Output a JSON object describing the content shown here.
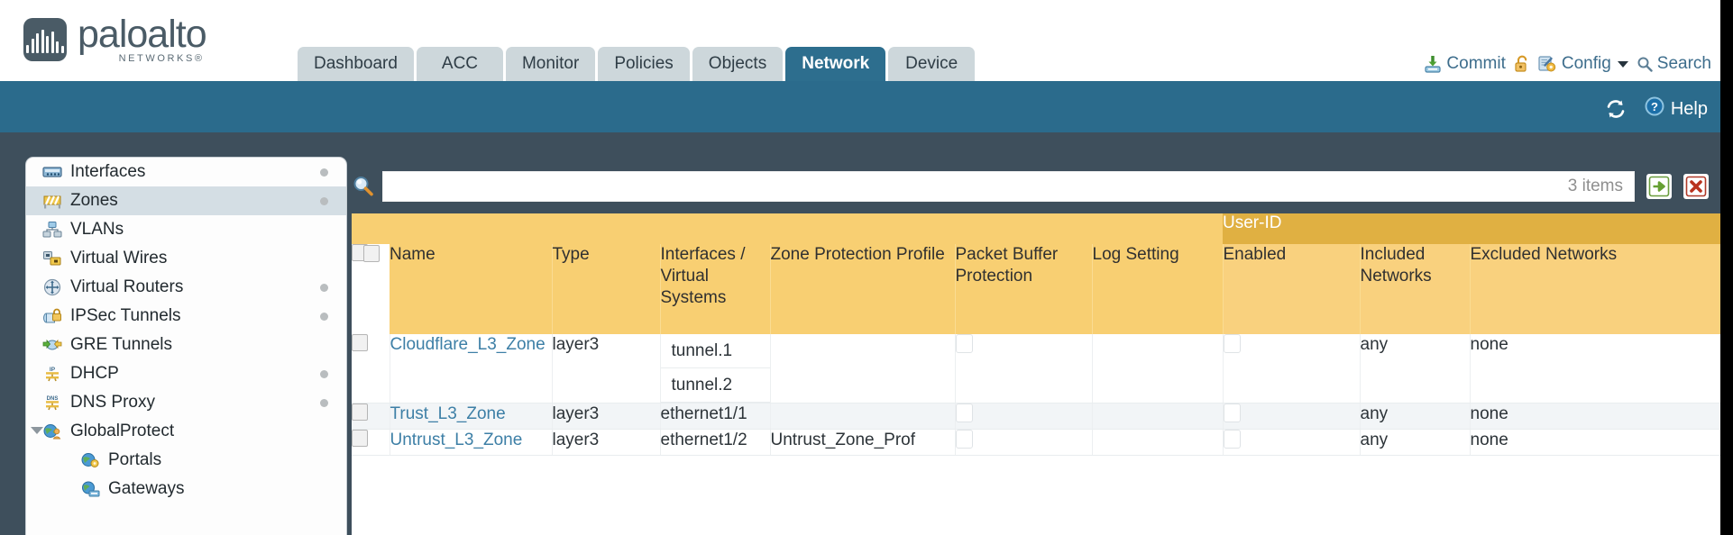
{
  "brand": {
    "name": "paloalto",
    "tagline": "NETWORKS®"
  },
  "header": {
    "tabs": [
      {
        "label": "Dashboard",
        "active": false
      },
      {
        "label": "ACC",
        "active": false
      },
      {
        "label": "Monitor",
        "active": false
      },
      {
        "label": "Policies",
        "active": false
      },
      {
        "label": "Objects",
        "active": false
      },
      {
        "label": "Network",
        "active": true
      },
      {
        "label": "Device",
        "active": false
      }
    ],
    "actions": {
      "commit": "Commit",
      "config": "Config",
      "search": "Search",
      "lock_icon": "unlocked-padlock-icon",
      "commit_icon": "commit-save-icon",
      "config_icon": "config-gear-icon",
      "search_icon": "search-magnifier-icon"
    }
  },
  "toolbar": {
    "refresh_icon": "refresh-icon",
    "help_label": "Help",
    "help_icon": "help-question-icon"
  },
  "sidebar": {
    "items": [
      {
        "label": "Interfaces",
        "icon": "interfaces-icon",
        "dot": true,
        "child": false,
        "selected": false,
        "arrow": false
      },
      {
        "label": "Zones",
        "icon": "zones-icon",
        "dot": true,
        "child": false,
        "selected": true,
        "arrow": false
      },
      {
        "label": "VLANs",
        "icon": "vlans-icon",
        "dot": false,
        "child": false,
        "selected": false,
        "arrow": false
      },
      {
        "label": "Virtual Wires",
        "icon": "virtual-wires-icon",
        "dot": false,
        "child": false,
        "selected": false,
        "arrow": false
      },
      {
        "label": "Virtual Routers",
        "icon": "virtual-routers-icon",
        "dot": true,
        "child": false,
        "selected": false,
        "arrow": false
      },
      {
        "label": "IPSec Tunnels",
        "icon": "ipsec-tunnels-icon",
        "dot": true,
        "child": false,
        "selected": false,
        "arrow": false
      },
      {
        "label": "GRE Tunnels",
        "icon": "gre-tunnels-icon",
        "dot": false,
        "child": false,
        "selected": false,
        "arrow": false
      },
      {
        "label": "DHCP",
        "icon": "dhcp-icon",
        "dot": true,
        "child": false,
        "selected": false,
        "arrow": false
      },
      {
        "label": "DNS Proxy",
        "icon": "dns-proxy-icon",
        "dot": true,
        "child": false,
        "selected": false,
        "arrow": false
      },
      {
        "label": "GlobalProtect",
        "icon": "globalprotect-icon",
        "dot": false,
        "child": false,
        "selected": false,
        "arrow": true
      },
      {
        "label": "Portals",
        "icon": "portals-icon",
        "dot": false,
        "child": true,
        "selected": false,
        "arrow": false
      },
      {
        "label": "Gateways",
        "icon": "gateways-icon",
        "dot": false,
        "child": true,
        "selected": false,
        "arrow": false
      }
    ]
  },
  "filter": {
    "value": "",
    "placeholder": "",
    "items_count": "3 items",
    "search_icon": "filter-magnifier-icon",
    "apply_icon": "apply-filter-arrow-icon",
    "clear_icon": "clear-filter-x-icon"
  },
  "table": {
    "group_header": "User-ID",
    "columns": [
      {
        "key": "select",
        "label": ""
      },
      {
        "key": "name",
        "label": "Name"
      },
      {
        "key": "type",
        "label": "Type"
      },
      {
        "key": "ifaces",
        "label": "Interfaces / Virtual Systems"
      },
      {
        "key": "zpp",
        "label": "Zone Protection Profile"
      },
      {
        "key": "pbp",
        "label": "Packet Buffer Protection"
      },
      {
        "key": "log",
        "label": "Log Setting"
      },
      {
        "key": "enabled",
        "label": "Enabled"
      },
      {
        "key": "included",
        "label": "Included Networks"
      },
      {
        "key": "excluded",
        "label": "Excluded Networks"
      }
    ],
    "rows": [
      {
        "name": "Cloudflare_L3_Zone",
        "type": "layer3",
        "interfaces": [
          "tunnel.1",
          "tunnel.2"
        ],
        "zone_protection_profile": "",
        "packet_buffer_protection": false,
        "log_setting": "",
        "userid_enabled": false,
        "included_networks": "any",
        "excluded_networks": "none"
      },
      {
        "name": "Trust_L3_Zone",
        "type": "layer3",
        "interfaces": [
          "ethernet1/1"
        ],
        "zone_protection_profile": "",
        "packet_buffer_protection": false,
        "log_setting": "",
        "userid_enabled": false,
        "included_networks": "any",
        "excluded_networks": "none"
      },
      {
        "name": "Untrust_L3_Zone",
        "type": "layer3",
        "interfaces": [
          "ethernet1/2"
        ],
        "zone_protection_profile": "Untrust_Zone_Prof",
        "packet_buffer_protection": false,
        "log_setting": "",
        "userid_enabled": false,
        "included_networks": "any",
        "excluded_networks": "none"
      }
    ]
  },
  "colors": {
    "header_blue": "#2b6b8c",
    "slate": "#3e4f5c",
    "table_header_gold": "#f8cf72",
    "group_header_gold": "#e0b042",
    "link_blue": "#3d7fa6"
  }
}
